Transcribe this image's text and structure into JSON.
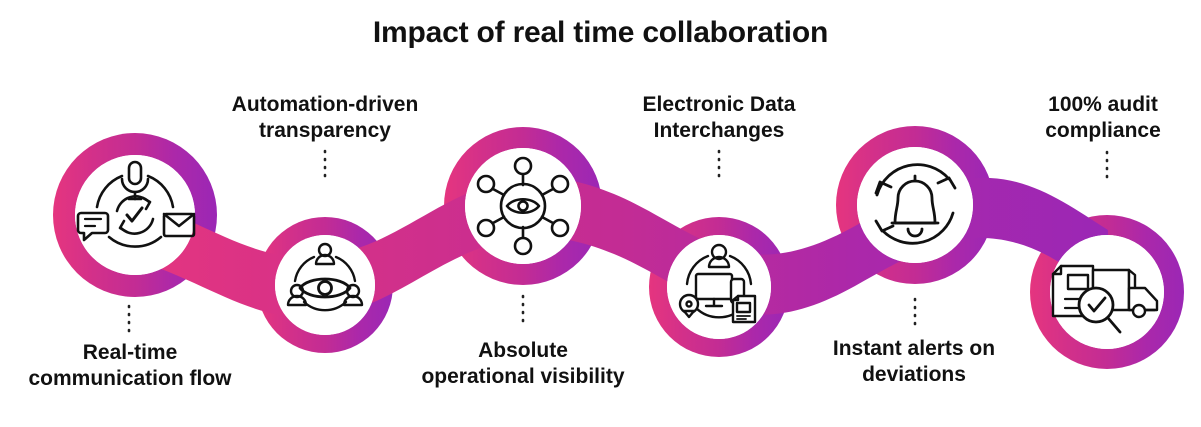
{
  "title": "Impact of real time collaboration",
  "theme": {
    "gradient_start": "#e5357f",
    "gradient_mid": "#c32c94",
    "gradient_end": "#9b27b5",
    "text_color": "#111111",
    "background": "#ffffff",
    "icon_stroke": "#111111",
    "node_fill": "#ffffff"
  },
  "nodes": [
    {
      "id": "node-1",
      "label": "Real-time\ncommunication flow",
      "label_position": "below",
      "icon": "communication-sync-icon",
      "icon_parts": [
        "microphone-icon",
        "chat-bubble-icon",
        "envelope-icon",
        "refresh-check-icon"
      ],
      "ring_color": "#e5357f"
    },
    {
      "id": "node-2",
      "label": "Automation-driven\ntransparency",
      "label_position": "above",
      "icon": "eye-people-transparency-icon",
      "icon_parts": [
        "eye-icon",
        "person-icon",
        "person-icon",
        "person-icon",
        "dashed-circle"
      ],
      "ring_color": "#d2308a"
    },
    {
      "id": "node-3",
      "label": "Absolute\noperational visibility",
      "label_position": "below",
      "icon": "eye-network-visibility-icon",
      "icon_parts": [
        "eye-icon",
        "network-node",
        "network-node",
        "network-node",
        "network-node",
        "network-node",
        "network-node"
      ],
      "ring_color": "#c32c94"
    },
    {
      "id": "node-4",
      "label": "Electronic Data\nInterchanges",
      "label_position": "above",
      "icon": "devices-data-exchange-icon",
      "icon_parts": [
        "person-icon",
        "monitor-icon",
        "smartphone-icon",
        "disc-icon",
        "document-icon",
        "dashed-circle"
      ],
      "ring_color": "#b229a4"
    },
    {
      "id": "node-5",
      "label": "Instant alerts on\ndeviations",
      "label_position": "below",
      "icon": "bell-alert-cycle-icon",
      "icon_parts": [
        "bell-icon",
        "circular-arrow-icon",
        "circular-arrow-icon"
      ],
      "ring_color": "#a428ad"
    },
    {
      "id": "node-6",
      "label": "100% audit\ncompliance",
      "label_position": "above",
      "icon": "audit-delivery-compliance-icon",
      "icon_parts": [
        "document-icon",
        "truck-icon",
        "magnifier-check-icon"
      ],
      "ring_color": "#9b27b5"
    }
  ]
}
